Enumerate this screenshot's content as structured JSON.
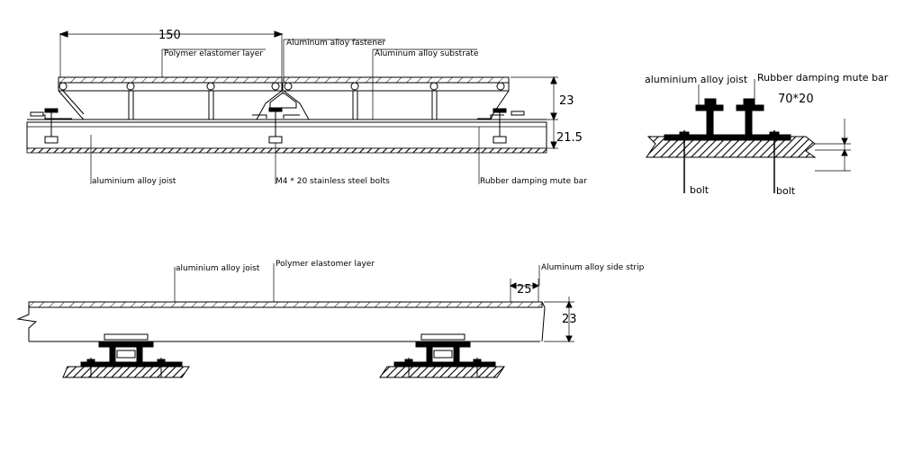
{
  "section_top": {
    "dim_width": "150",
    "dim_height_top": "23",
    "dim_height_joist": "21.5",
    "labels": {
      "polymer_layer": "Polymer elastomer layer",
      "fastener": "Aluminum alloy fastener",
      "substrate": "Aluminum alloy substrate",
      "joist": "aluminium alloy joist",
      "bolts": "M4 * 20 stainless steel bolts",
      "rubber_bar": "Rubber damping mute bar"
    }
  },
  "section_side": {
    "labels": {
      "joist": "aluminium alloy joist",
      "rubber_bar": "Rubber damping mute bar",
      "size": "70*20",
      "bolt_left": "bolt",
      "bolt_right": "bolt"
    }
  },
  "section_bottom": {
    "dim_strip": "25",
    "dim_height": "23",
    "labels": {
      "joist": "aluminium alloy joist",
      "polymer_layer": "Polymer elastomer layer",
      "side_strip": "Aluminum alloy side strip"
    }
  },
  "colors": {
    "line": "#000000",
    "background": "#ffffff"
  }
}
